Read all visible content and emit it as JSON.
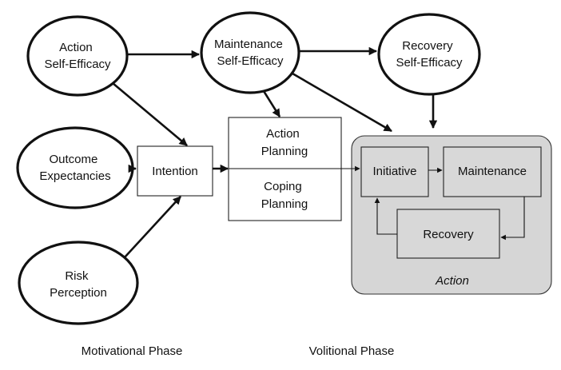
{
  "nodes": {
    "action_self_efficacy": [
      "Action",
      "Self-Efficacy"
    ],
    "maintenance_self_efficacy": [
      "Maintenance",
      "Self-Efficacy"
    ],
    "recovery_self_efficacy": [
      "Recovery",
      "Self-Efficacy"
    ],
    "outcome_expectancies": [
      "Outcome",
      "Expectancies"
    ],
    "risk_perception": [
      "Risk",
      "Perception"
    ],
    "intention": "Intention",
    "action_planning": [
      "Action",
      "Planning"
    ],
    "coping_planning": [
      "Coping",
      "Planning"
    ],
    "initiative": "Initiative",
    "maintenance": "Maintenance",
    "recovery": "Recovery",
    "action_region_label": "Action"
  },
  "phases": {
    "motivational": "Motivational Phase",
    "volitional": "Volitional Phase"
  }
}
